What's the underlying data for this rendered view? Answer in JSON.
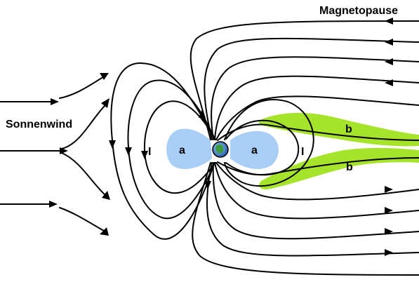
{
  "labels": {
    "magnetopause": "Magnetopause",
    "solar_wind": "Sonnenwind",
    "plasmasphere_left": "a",
    "plasmasphere_right": "a",
    "tail_lobe_upper": "b",
    "tail_lobe_lower": "b",
    "marker_left": "I",
    "marker_right": "I"
  },
  "colors": {
    "plasmasphere": "#a8cef6",
    "tail_lobe": "#a6e42b",
    "marker": "#e01010",
    "field_line": "#000000",
    "earth_land": "#3f9b3f",
    "earth_ocean": "#3c78c8"
  }
}
